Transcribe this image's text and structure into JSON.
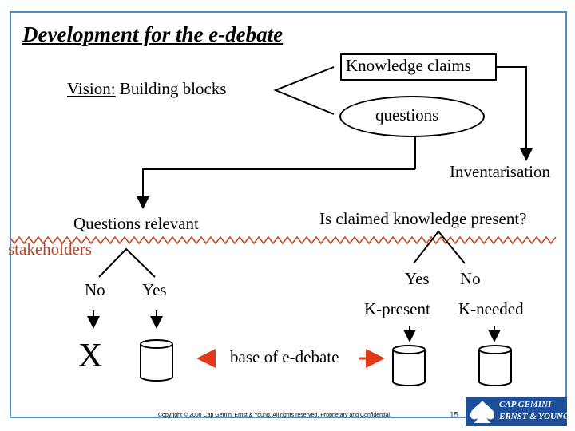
{
  "title": "Development for the e-debate",
  "vision": {
    "label": "Vision:",
    "text": " Building blocks"
  },
  "knowledge_claims": "Knowledge claims",
  "questions": "questions",
  "inventarisation": "Inventarisation",
  "questions_relevant": "Questions relevant",
  "stakeholders": "stakeholders",
  "is_claimed": "Is claimed knowledge present?",
  "left_no": "No",
  "left_yes": "Yes",
  "right_yes": "Yes",
  "right_no": "No",
  "k_present": "K-present",
  "k_needed": "K-needed",
  "x_mark": "X",
  "base": "base of e-debate",
  "copyright": "Copyright © 2000 Cap Gemini Ernst & Young. All rights reserved. Proprietary and Confidential.",
  "page_number": "15",
  "logo": {
    "line1": "CAP GEMINI",
    "line2": "ERNST & YOUNG"
  },
  "colors": {
    "frame": "#4a8fc0",
    "accent_red": "#e03a1a",
    "stakeholders_text": "#b0452a",
    "logo_bg": "#1d4f9a"
  }
}
